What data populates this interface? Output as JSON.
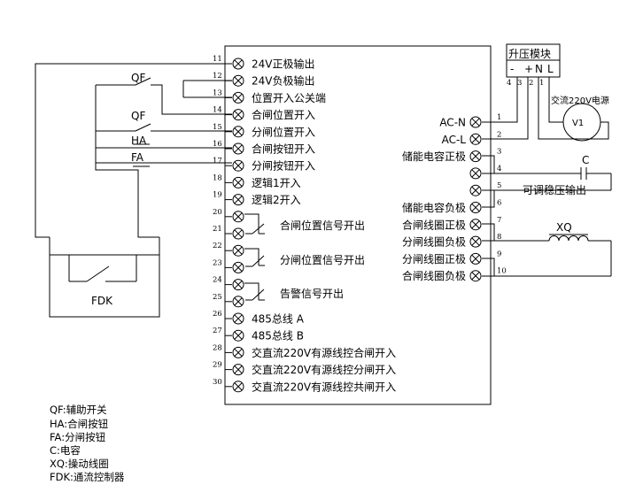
{
  "main_panel": {
    "left_terminals": [
      {
        "num": "11",
        "label": "24V正极输出"
      },
      {
        "num": "12",
        "label": "24V负极输出"
      },
      {
        "num": "13",
        "label": "位置开入公关端"
      },
      {
        "num": "14",
        "label": "合闸位置开入"
      },
      {
        "num": "15",
        "label": "分闸位置开入"
      },
      {
        "num": "16",
        "label": "合闸按钮开入"
      },
      {
        "num": "17",
        "label": "分闸按钮开入"
      },
      {
        "num": "18",
        "label": "逻辑1开入"
      },
      {
        "num": "19",
        "label": "逻辑2开入"
      },
      {
        "num": "20",
        "label": ""
      },
      {
        "num": "21",
        "label": ""
      },
      {
        "num": "22",
        "label": ""
      },
      {
        "num": "23",
        "label": ""
      },
      {
        "num": "24",
        "label": ""
      },
      {
        "num": "25",
        "label": ""
      },
      {
        "num": "26",
        "label": "485总线 A"
      },
      {
        "num": "27",
        "label": "485总线 B"
      },
      {
        "num": "28",
        "label": "交直流220V有源线控合闸开入"
      },
      {
        "num": "29",
        "label": "交直流220V有源线控分闸开入"
      },
      {
        "num": "30",
        "label": "交直流220V有源线控共闸开入"
      }
    ],
    "relay_outputs": [
      "合闸位置信号开出",
      "分闸位置信号开出",
      "告警信号开出"
    ],
    "right_terminals": [
      {
        "num": "1",
        "label": "AC-N"
      },
      {
        "num": "2",
        "label": "AC-L"
      },
      {
        "num": "3",
        "label": "储能电容正极"
      },
      {
        "num": "4",
        "label": ""
      },
      {
        "num": "5",
        "label": ""
      },
      {
        "num": "6",
        "label": "储能电容负极"
      },
      {
        "num": "7",
        "label": "合闸线圈正极"
      },
      {
        "num": "8",
        "label": "分闸线圈负极"
      },
      {
        "num": "9",
        "label": "分闸线圈正极"
      },
      {
        "num": "10",
        "label": "合闸线圈负极"
      }
    ]
  },
  "booster": {
    "title": "升压模块",
    "polarity": [
      "-",
      "+",
      "N",
      "L"
    ],
    "pins": [
      "4",
      "3",
      "2",
      "1"
    ]
  },
  "ac_supply": {
    "label": "交流220V电源",
    "symbol": "V1"
  },
  "capacitor": {
    "label": "C",
    "output_label": "可调稳压输出"
  },
  "coil": {
    "label": "XQ"
  },
  "switches": {
    "qf1": "QF",
    "qf2": "QF",
    "ha": "HA",
    "fa": "FA"
  },
  "fdk": {
    "label": "FDK"
  },
  "legend": [
    "QF:辅助开关",
    "HA:合闸按钮",
    "FA:分闸按钮",
    "C:电容",
    "XQ:操动线圈",
    "FDK:通流控制器"
  ]
}
